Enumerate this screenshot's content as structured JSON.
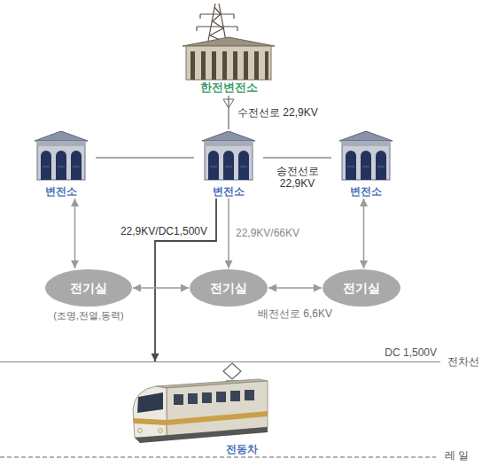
{
  "diagram": {
    "nodes": [
      {
        "text": [
          "한전변전소"
        ]
      },
      {
        "text": [
          "변전소"
        ]
      },
      {
        "text": [
          "변전소"
        ]
      },
      {
        "text": [
          "변전소"
        ]
      },
      {
        "text": [
          "전기실",
          "(조명,전열,동력)"
        ]
      },
      {
        "text": [
          "전기실"
        ]
      },
      {
        "text": [
          "전기실"
        ]
      },
      {
        "text": [
          "DC 1,500V",
          "전차선"
        ]
      },
      {
        "text": [
          "전동차"
        ]
      }
    ],
    "edges": [
      {
        "from": 0,
        "to": 2,
        "arrow": "none",
        "label": "수전선로 22,9KV"
      },
      {
        "from": 1,
        "to": 2,
        "arrow": "none"
      },
      {
        "from": 2,
        "to": 3,
        "arrow": "none",
        "label": "송전선로 22,9KV"
      },
      {
        "from": 1,
        "to": 4,
        "arrow": "both"
      },
      {
        "from": 2,
        "to": 7,
        "arrow": "to",
        "label": "22,9KV/DC1,500V"
      },
      {
        "from": 2,
        "to": 5,
        "arrow": "to",
        "label": "22,9KV/66KV"
      },
      {
        "from": 3,
        "to": 6,
        "arrow": "both"
      },
      {
        "from": 4,
        "to": 5,
        "arrow": "both"
      },
      {
        "from": 5,
        "to": 6,
        "arrow": "both",
        "label": "배전선로 6,6KV"
      }
    ],
    "labels": [
      "레 일"
    ]
  }
}
